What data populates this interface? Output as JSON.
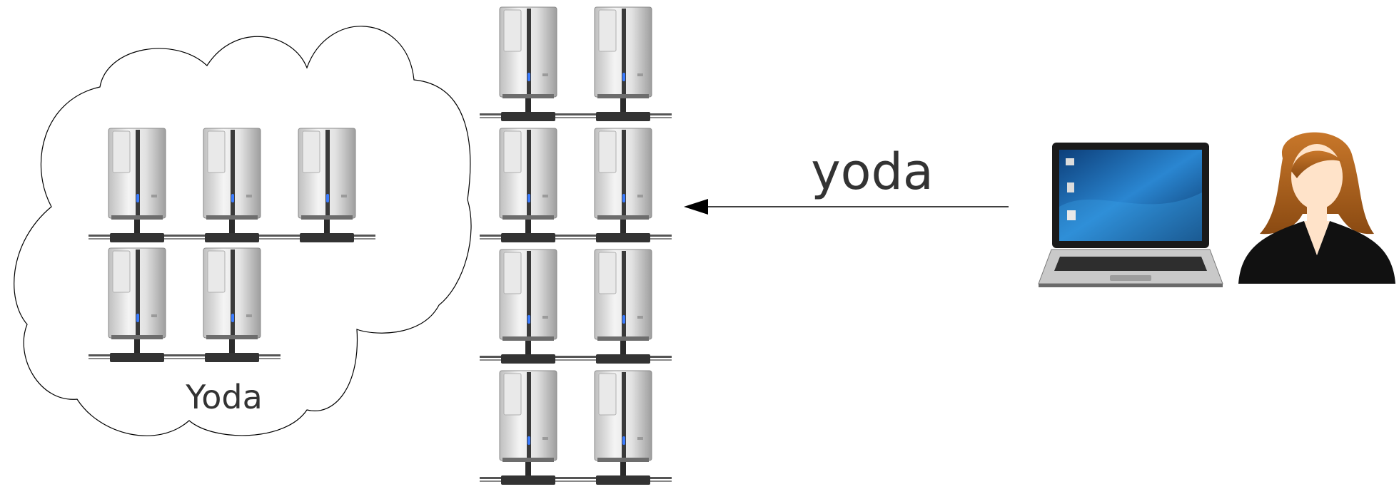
{
  "diagram": {
    "cloud_label": "Yoda",
    "arrow_label": "yoda",
    "icons": {
      "server": "server-tower-icon",
      "laptop": "laptop-icon",
      "user": "user-avatar-icon"
    },
    "colors": {
      "text": "#333333",
      "line": "#000000",
      "hair": "#b5651d",
      "skin": "#ffe3c9",
      "jacket": "#111111",
      "screen": "#1f6fb8",
      "server_body": "#d8d8d8",
      "server_led": "#3a7bff"
    },
    "cloud_server_count": 5,
    "rack_server_count": 8
  }
}
